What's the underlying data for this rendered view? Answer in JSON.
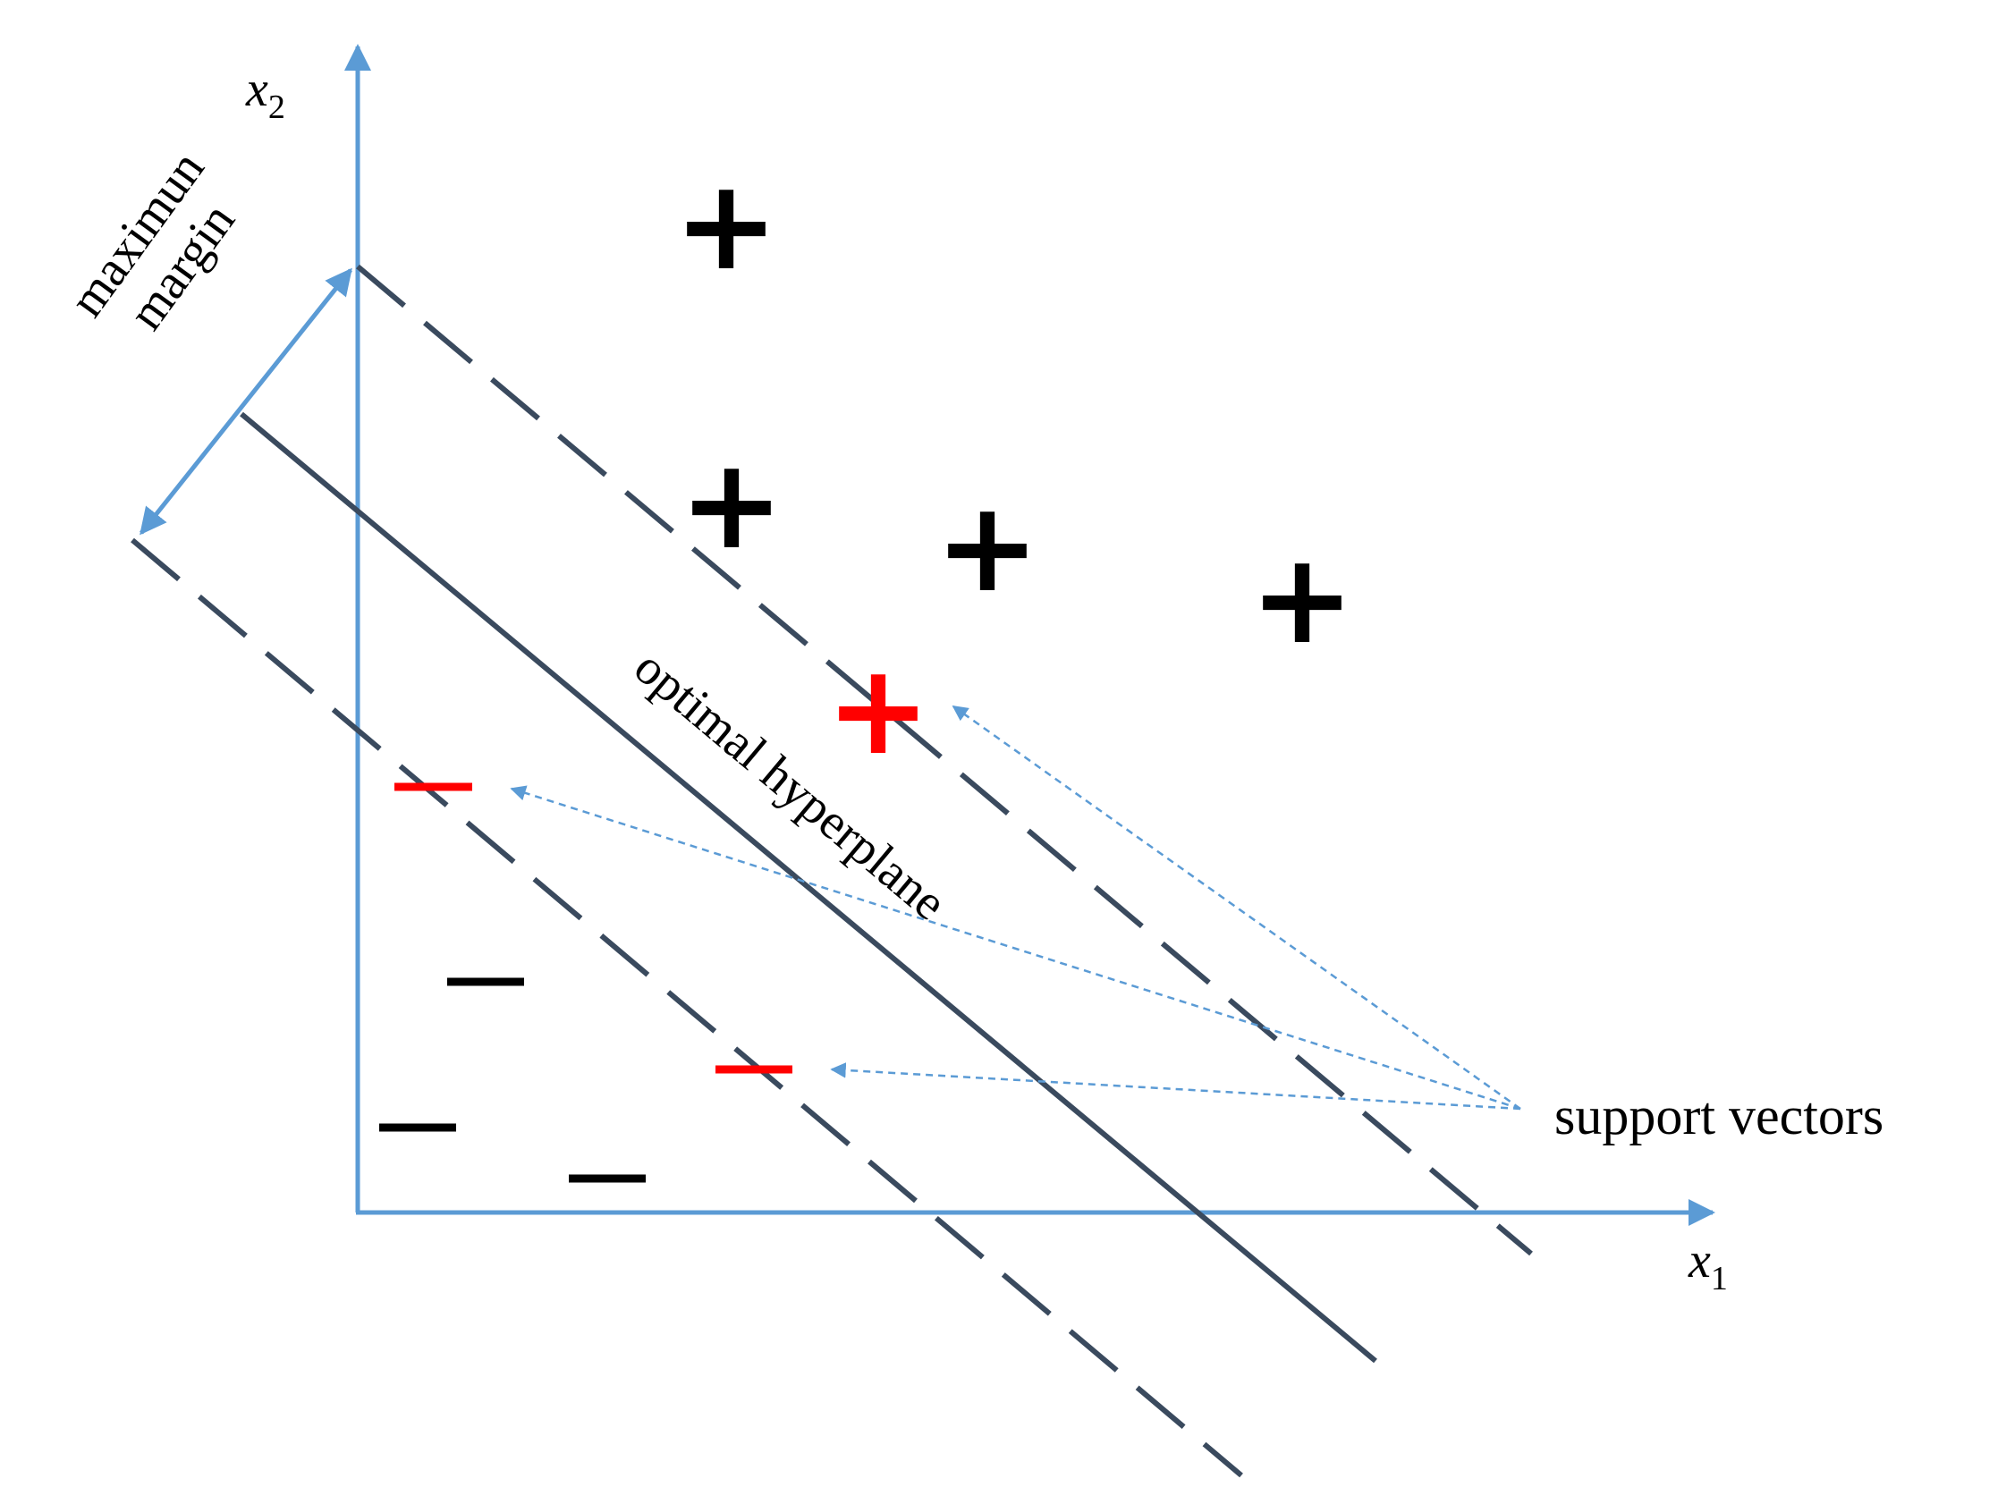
{
  "axes": {
    "x_label": {
      "main": "x",
      "sub": "1"
    },
    "y_label": {
      "main": "x",
      "sub": "2"
    }
  },
  "labels": {
    "margin_line1": "maximun",
    "margin_line2": "margin",
    "hyperplane": "optimal hyperplane",
    "support_vectors": "support vectors"
  },
  "markers": {
    "plus_glyph": "+",
    "minus_glyph": "−"
  },
  "colors": {
    "axis": "#5b9bd5",
    "boundary": "#3a4a5e",
    "regular_point": "#000000",
    "support_vector": "#ff0000",
    "pointer": "#5b9bd5"
  }
}
